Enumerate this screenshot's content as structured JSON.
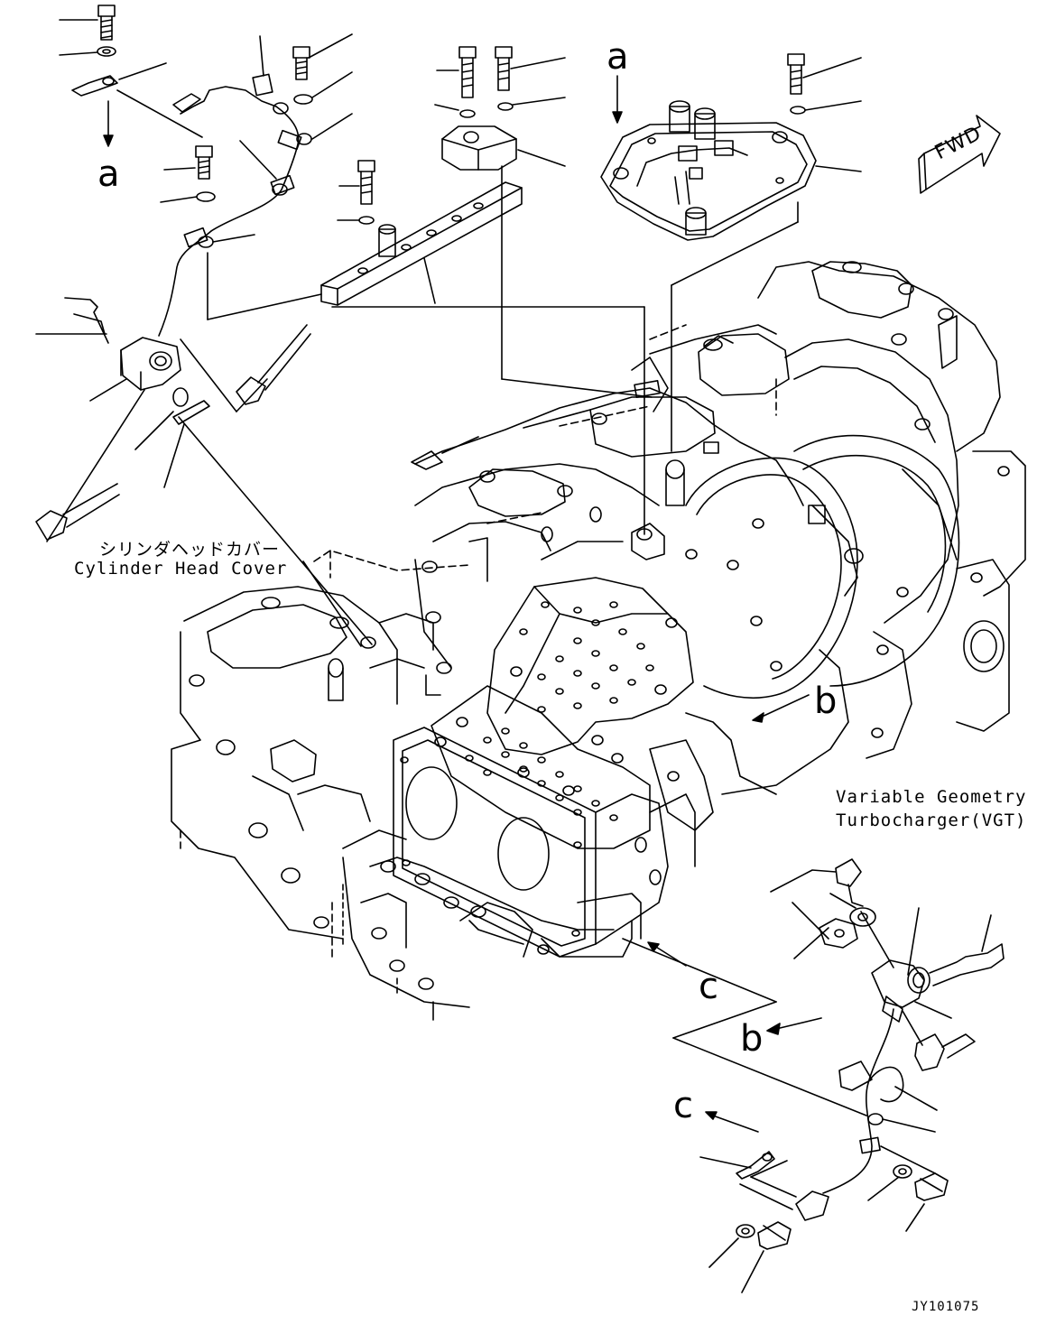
{
  "callouts": {
    "a_top_left": "a",
    "a_top_right": "a",
    "b_right": "b",
    "b_lower": "b",
    "c_right": "c",
    "c_lower": "c"
  },
  "captions": {
    "cylinder_head_cover_jp": "シリンダヘッドカバー",
    "cylinder_head_cover_en": "Cylinder Head Cover",
    "vgt_line1": "Variable Geometry",
    "vgt_line2": "Turbocharger(VGT)"
  },
  "direction_marker": "FWD",
  "drawing_code": "JY101075",
  "colors": {
    "ink": "#000000",
    "paper": "#ffffff"
  }
}
